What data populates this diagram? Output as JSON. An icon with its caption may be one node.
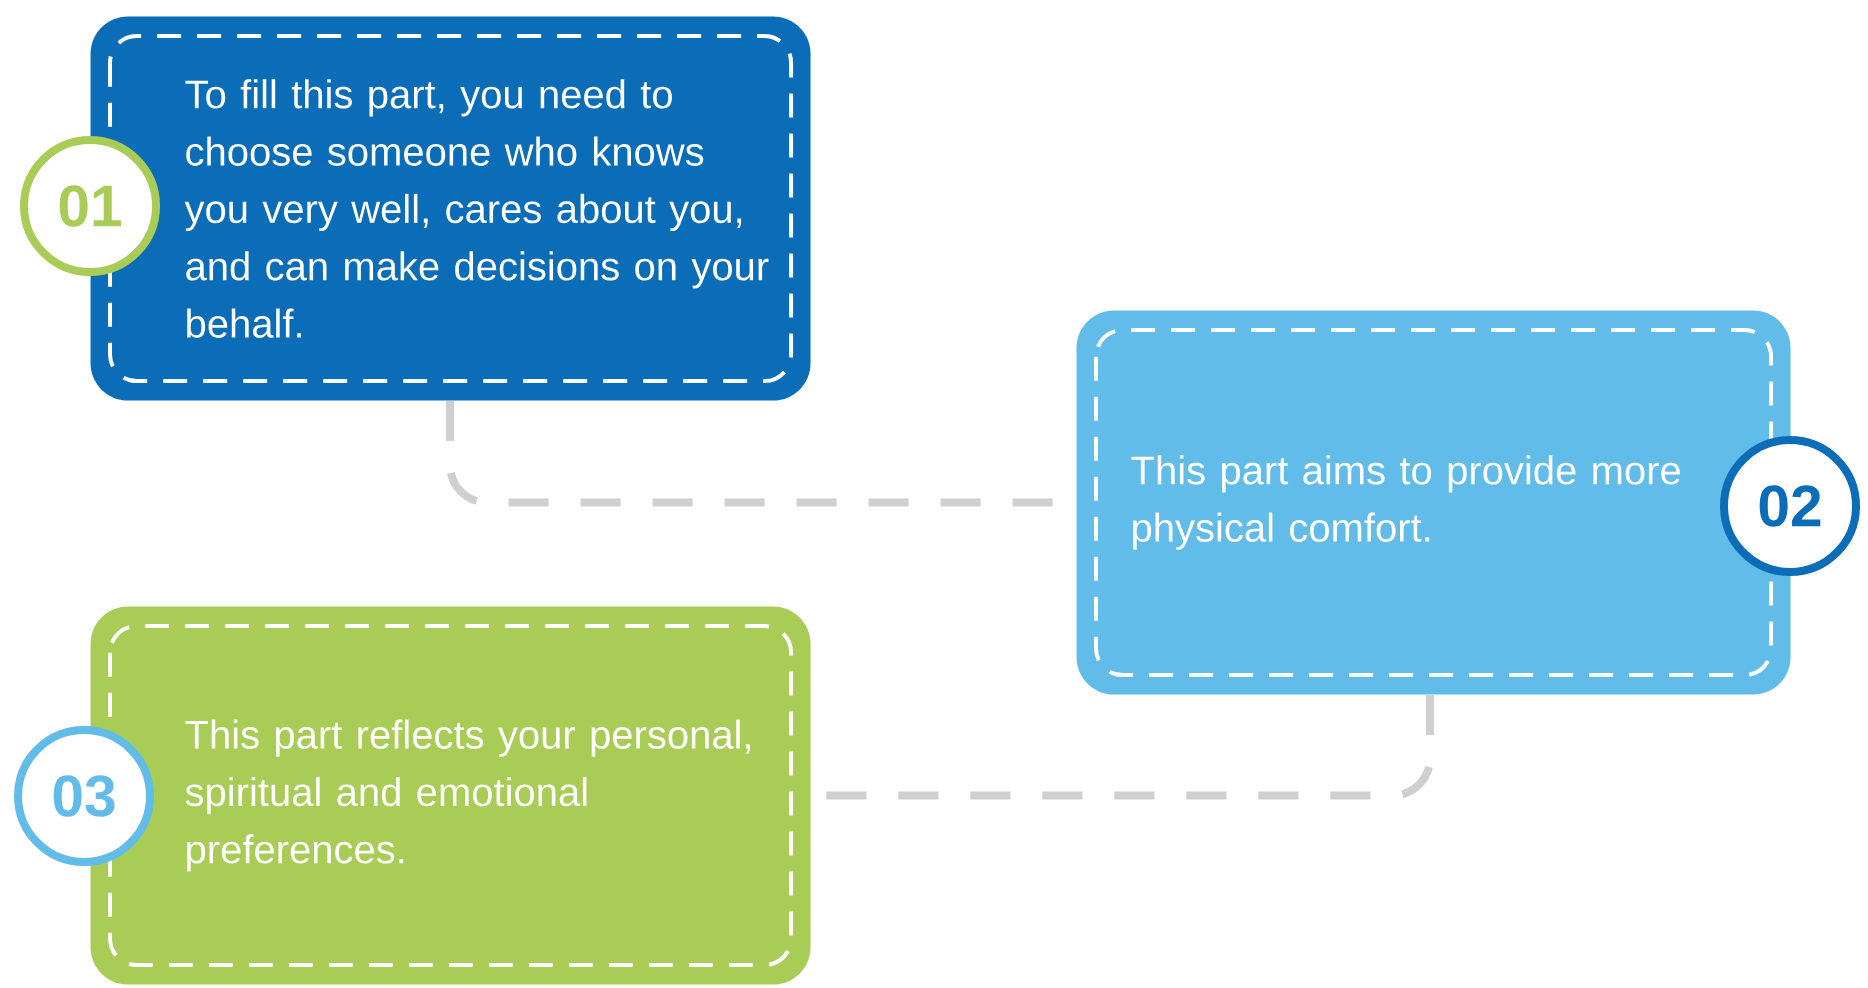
{
  "diagram": {
    "nodes": [
      {
        "text": [
          "To fill this part, you need to choose someone who knows you very well, cares about you, and can make decisions on your behalf."
        ]
      },
      {
        "text": [
          "01"
        ]
      },
      {
        "text": [
          "This part aims to provide more physical comfort."
        ]
      },
      {
        "text": [
          "02"
        ]
      },
      {
        "text": [
          "This part reflects your personal, spiritual and emotional preferences."
        ]
      },
      {
        "text": [
          "03"
        ]
      }
    ],
    "edges": [
      {
        "from": 0,
        "to": 2,
        "arrow": "none",
        "style": "dashed"
      },
      {
        "from": 2,
        "to": 4,
        "arrow": "none",
        "style": "dashed"
      }
    ]
  }
}
